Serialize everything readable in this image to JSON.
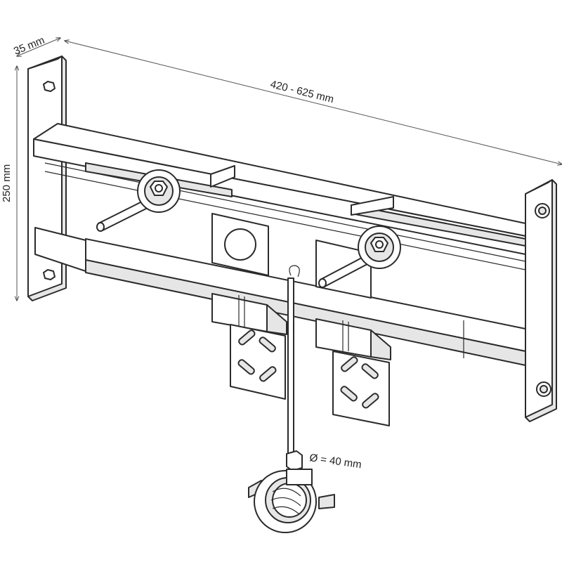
{
  "dimensions": {
    "depth": "35 mm",
    "width": "420 - 625 mm",
    "height": "250 mm",
    "diameter": "Ø = 40 mm"
  },
  "colors": {
    "line": "#2b2b2b",
    "fill_light": "#ffffff",
    "fill_shade": "#e6e6e6"
  }
}
